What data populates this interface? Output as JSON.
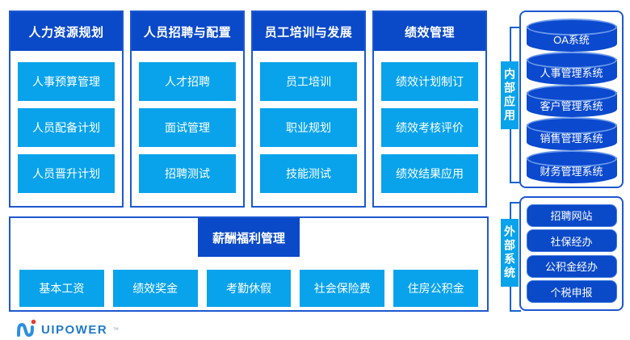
{
  "colors": {
    "dark_blue": "#0a49c8",
    "light_blue": "#09a3ec",
    "border_blue": "#1e58d0",
    "bracket_blue": "#1565d0",
    "logo_blue": "#1f7ac8",
    "logo_dot_red": "#e53c2e"
  },
  "columns": [
    {
      "header": "人力资源规划",
      "items": [
        "人事预算管理",
        "人员配备计划",
        "人员晋升计划"
      ]
    },
    {
      "header": "人员招聘与配置",
      "items": [
        "人才招聘",
        "面试管理",
        "招聘测试"
      ]
    },
    {
      "header": "员工培训与发展",
      "items": [
        "员工培训",
        "职业规划",
        "技能测试"
      ]
    },
    {
      "header": "绩效管理",
      "items": [
        "绩效计划制订",
        "绩效考核评价",
        "绩效结果应用"
      ]
    }
  ],
  "bottom_section": {
    "header": "薪酬福利管理",
    "items": [
      "基本工资",
      "绩效奖金",
      "考勤休假",
      "社会保险费",
      "住房公积金"
    ]
  },
  "internal_apps": {
    "label": "内部应用",
    "systems": [
      "OA系统",
      "人事管理系统",
      "客户管理系统",
      "销售管理系统",
      "财务管理系统"
    ]
  },
  "external_systems": {
    "label": "外部系统",
    "items": [
      "招聘网站",
      "社保经办",
      "公积金经办",
      "个税申报"
    ]
  },
  "logo": {
    "text": "UIPOWER",
    "tm": "™"
  }
}
